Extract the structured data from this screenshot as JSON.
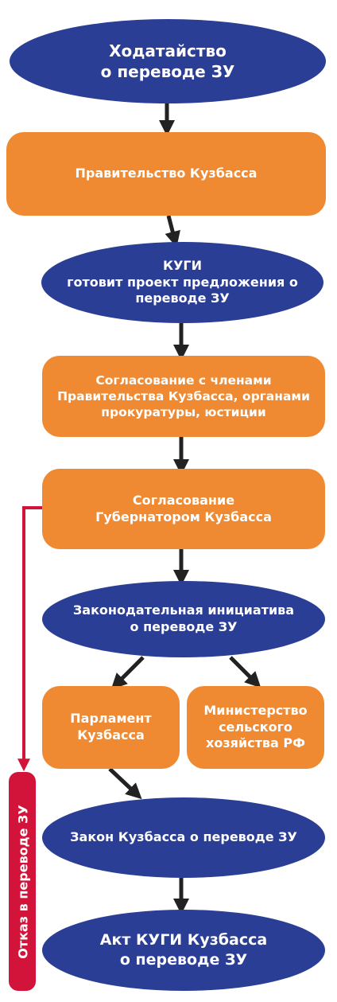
{
  "nodes": {
    "petition": "Ходатайство\nо переводе ЗУ",
    "government": "Правительство Кузбасса",
    "kugi": "КУГИ\nготовит проект предложения о\nпереводе ЗУ",
    "approval_members": "Согласование с членами\nПравительства Кузбасса, органами\nпрокуратуры, юстиции",
    "approval_governor": "Согласование\nГубернатором Кузбасса",
    "legislative_initiative": "Законодательная инициатива\nо переводе ЗУ",
    "parliament": "Парламент\nКузбасса",
    "ministry": "Министерство\nсельского\nхозяйства РФ",
    "law": "Закон Кузбасса о переводе ЗУ",
    "act": "Акт КУГИ Кузбасса\nо переводе ЗУ"
  },
  "refusal": "Отказ в переводе ЗУ",
  "colors": {
    "ellipse": "#2a3e96",
    "rect": "#ef8a32",
    "arrow": "#222222",
    "refusal": "#d3143a"
  }
}
